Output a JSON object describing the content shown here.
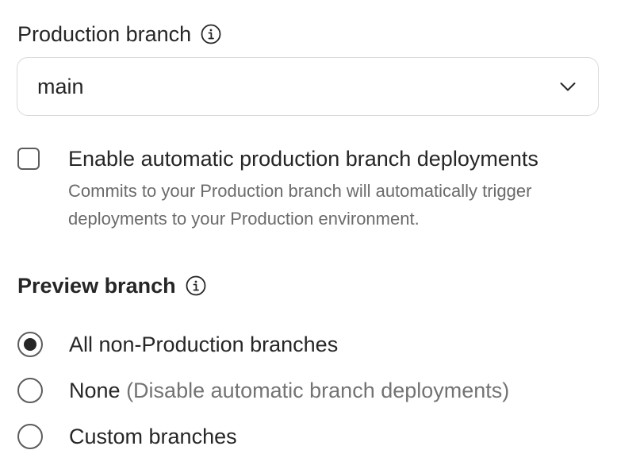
{
  "production": {
    "heading": "Production branch",
    "selected_branch": "main",
    "auto_deploy": {
      "label": "Enable automatic production branch deployments",
      "description": "Commits to your Production branch will automatically trigger deployments to your Production environment.",
      "checked": false
    }
  },
  "preview": {
    "heading": "Preview branch",
    "options": [
      {
        "label": "All non-Production branches",
        "hint": "",
        "selected": true
      },
      {
        "label": "None",
        "hint": "(Disable automatic branch deployments)",
        "selected": false
      },
      {
        "label": "Custom branches",
        "hint": "",
        "selected": false
      }
    ]
  },
  "icons": {
    "heading_info": "info-icon",
    "select_caret": "chevron-down-icon"
  },
  "colors": {
    "text_primary": "#262626",
    "text_secondary": "#6b6b6b",
    "border": "#d9d9d9",
    "control_border": "#5c5c5c"
  }
}
